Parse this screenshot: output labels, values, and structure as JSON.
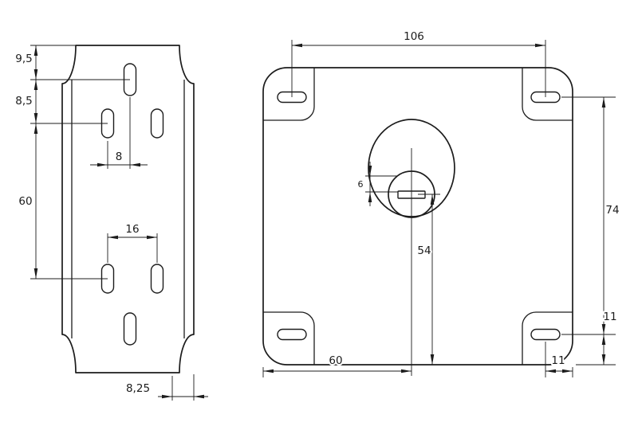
{
  "colors": {
    "line_color": "#1c1c1c",
    "background": "#ffffff"
  },
  "side_view": {
    "dims": {
      "top_edge_to_first_slot": "9,5",
      "first_to_second_slot": "8,5",
      "slot_row_spacing": "60",
      "slot_column_offset": "8",
      "slot_column_spacing": "16",
      "bottom_flange_offset": "8,25"
    }
  },
  "face_view": {
    "dims": {
      "slot_span_horizontal": "106",
      "slot_span_vertical": "74",
      "keyhole_to_bottom_edge": "54",
      "keyhole_from_left_edge": "60",
      "slot_to_right_edge": "11",
      "slot_to_bottom_edge": "11",
      "keyhole_slot_height": "6"
    }
  }
}
